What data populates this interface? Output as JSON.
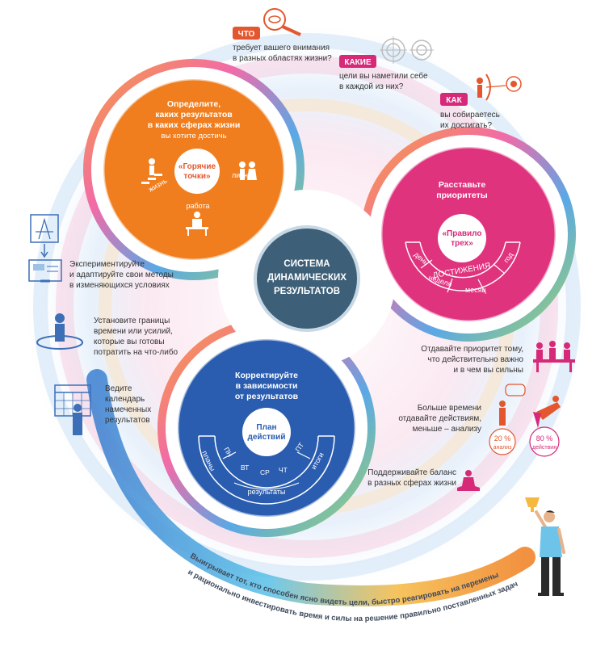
{
  "center": {
    "line1": "СИСТЕМА",
    "line2": "ДИНАМИЧЕСКИХ",
    "line3": "РЕЗУЛЬТАТОВ"
  },
  "orange": {
    "title1": "Определите,",
    "title2": "каких результатов",
    "title3": "в каких сферах жизни",
    "title4": "вы хотите достичь",
    "inner1": "«Горячие",
    "inner2": "точки»",
    "label_life": "жизнь",
    "label_personal": "личное",
    "label_work": "работа"
  },
  "pink": {
    "title1": "Расставьте",
    "title2": "приоритеты",
    "inner1": "«Правило",
    "inner2": "трех»",
    "seg_day": "день",
    "seg_week": "неделя",
    "seg_month": "месяц",
    "seg_year": "год",
    "seg_achievements": "ДОСТИЖЕНИЯ"
  },
  "blue": {
    "title1": "Корректируйте",
    "title2": "в зависимости",
    "title3": "от результатов",
    "inner1": "План",
    "inner2": "действий",
    "plans": "планы",
    "results": "итоги",
    "summary": "результаты",
    "days": [
      "ПН",
      "ВТ",
      "СР",
      "ЧТ",
      "ПТ"
    ]
  },
  "top_notes": {
    "what_tag": "ЧТО",
    "what_text1": "требует вашего внимания",
    "what_text2": "в разных областях жизни?",
    "which_tag": "КАКИЕ",
    "which_text1": "цели вы наметили себе",
    "which_text2": "в каждой из них?",
    "how_tag": "КАК",
    "how_text1": "вы собираетесь",
    "how_text2": "их достигать?"
  },
  "left_notes": {
    "experiment1": "Экспериментируйте",
    "experiment2": "и адаптируйте свои методы",
    "experiment3": "в изменяющихся условиях",
    "limits1": "Установите границы",
    "limits2": "времени или усилий,",
    "limits3": "которые вы готовы",
    "limits4": "потратить на что-либо",
    "calendar1": "Ведите",
    "calendar2": "календарь",
    "calendar3": "намеченных",
    "calendar4": "результатов"
  },
  "right_notes": {
    "priority1": "Отдавайте приоритет тому,",
    "priority2": "что действительно важно",
    "priority3": "и в чем вы сильны",
    "time1": "Больше времени",
    "time2": "отдавайте действиям,",
    "time3": "меньше – анализу",
    "pct_analysis": "20 %",
    "pct_analysis_label": "анализ",
    "pct_action": "80 %",
    "pct_action_label": "действия",
    "balance1": "Поддерживайте баланс",
    "balance2": "в разных сферах жизни"
  },
  "bottom_text": {
    "line1": "Выигрывает тот, кто способен ясно видеть цели, быстро реагировать на перемены",
    "line2": "и рационально инвестировать время и силы на решение правильно поставленных задач"
  },
  "colors": {
    "orange": "#f07e1e",
    "pink": "#e0337e",
    "blue": "#2a5db0",
    "center": "#3d5f77",
    "accent_red": "#e4572e",
    "accent_magenta": "#d62a79"
  }
}
